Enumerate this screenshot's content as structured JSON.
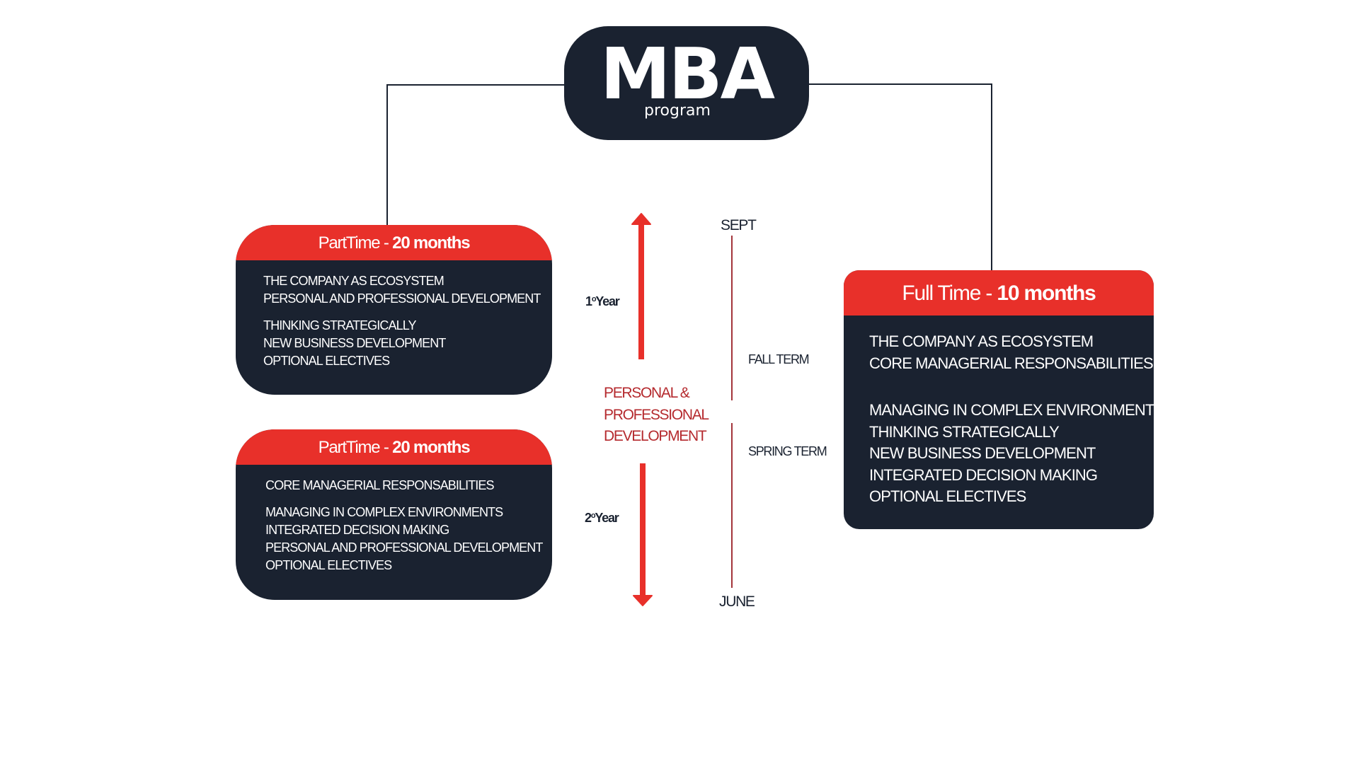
{
  "colors": {
    "dark": "#1a2230",
    "accent_red": "#e8302a",
    "label_red": "#b52a2e",
    "timeline_line": "#a3343a"
  },
  "root": {
    "title": "MBA",
    "subtitle": "program"
  },
  "part_time": [
    {
      "header_light": "PartTime - ",
      "header_bold": "20 months",
      "groups": [
        [
          "THE COMPANY AS ECOSYSTEM",
          "PERSONAL  AND  PROFESSIONAL DEVELOPMENT"
        ],
        [
          "THINKING  STRATEGICALLY",
          "NEW BUSINESS DEVELOPMENT",
          "OPTIONAL  ELECTIVES"
        ]
      ]
    },
    {
      "header_light": "PartTime - ",
      "header_bold": "20 months",
      "groups": [
        [
          "CORE MANAGERIAL RESPONSABILITIES"
        ],
        [
          "MANAGING  IN  COMPLEX ENVIRONMENTS",
          "INTEGRATED DECISION MAKING",
          "PERSONAL AND PROFESSIONAL DEVELOPMENT",
          "OPTIONAL ELECTIVES"
        ]
      ]
    }
  ],
  "full_time": {
    "header_light": "Full Time - ",
    "header_bold": "10 months",
    "groups": [
      [
        "THE COMPANY AS ECOSYSTEM",
        "CORE MANAGERIAL RESPONSABILITIES"
      ],
      [
        "MANAGING IN COMPLEX ENVIRONMENTS",
        "THINKING STRATEGICALLY",
        "NEW BUSINESS DEVELOPMENT",
        "INTEGRATED DECISION MAKING",
        "OPTIONAL ELECTIVES"
      ]
    ]
  },
  "timeline": {
    "year1": {
      "num": "1",
      "sup": "o",
      "word": "Year"
    },
    "year2": {
      "num": "2",
      "sup": "o",
      "word": "Year"
    },
    "center_label": [
      "PERSONAL &",
      "PROFESSIONAL",
      "DEVELOPMENT"
    ],
    "start": "SEPT",
    "end": "JUNE",
    "terms": [
      "FALL TERM",
      "SPRING TERM"
    ]
  }
}
